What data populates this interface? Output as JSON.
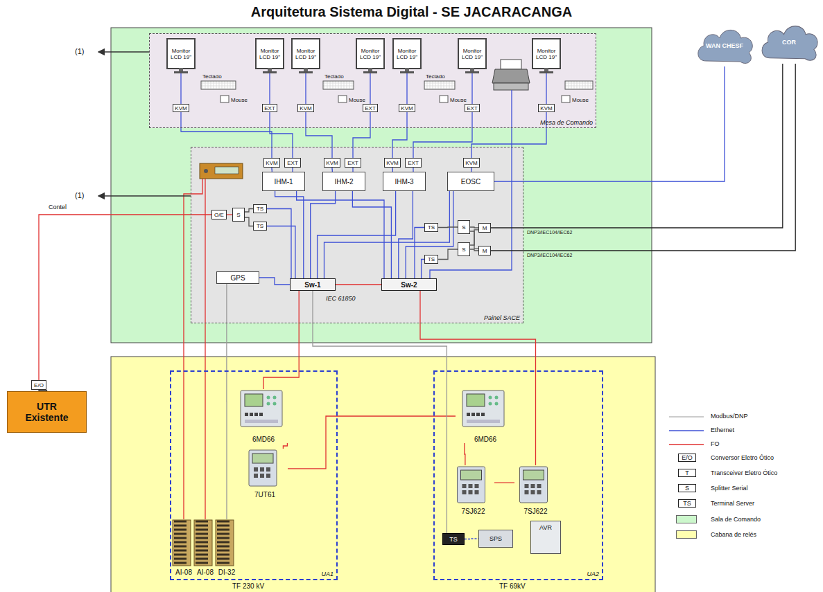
{
  "diagram": {
    "title": "Arquitetura Sistema Digital - SE JACARACANGA",
    "nodes": [
      {
        "text": [
          "Mesa de Comando"
        ]
      },
      {
        "text": [
          "Monitor LCD 19\""
        ],
        "in": 0
      },
      {
        "text": [
          "Monitor LCD 19\""
        ],
        "in": 0
      },
      {
        "text": [
          "Monitor LCD 19\""
        ],
        "in": 0
      },
      {
        "text": [
          "Monitor LCD 19\""
        ],
        "in": 0
      },
      {
        "text": [
          "Monitor LCD 19\""
        ],
        "in": 0
      },
      {
        "text": [
          "Monitor LCD 19\""
        ],
        "in": 0
      },
      {
        "text": [
          "Monitor LCD 19\""
        ],
        "in": 0
      },
      {
        "text": [
          "KVM"
        ],
        "in": 0
      },
      {
        "text": [
          "EXT"
        ],
        "in": 0
      },
      {
        "text": [
          "KVM"
        ],
        "in": 0
      },
      {
        "text": [
          "EXT"
        ],
        "in": 0
      },
      {
        "text": [
          "KVM"
        ],
        "in": 0
      },
      {
        "text": [
          "EXT"
        ],
        "in": 0
      },
      {
        "text": [
          "KVM"
        ],
        "in": 0
      },
      {
        "text": [
          "Painel SACE"
        ]
      },
      {
        "text": [
          "KVM"
        ],
        "in": 15
      },
      {
        "text": [
          "EXT"
        ],
        "in": 15
      },
      {
        "text": [
          "IHM-1"
        ],
        "in": 15
      },
      {
        "text": [
          "KVM"
        ],
        "in": 15
      },
      {
        "text": [
          "EXT"
        ],
        "in": 15
      },
      {
        "text": [
          "IHM-2"
        ],
        "in": 15
      },
      {
        "text": [
          "KVM"
        ],
        "in": 15
      },
      {
        "text": [
          "EXT"
        ],
        "in": 15
      },
      {
        "text": [
          "IHM-3"
        ],
        "in": 15
      },
      {
        "text": [
          "KVM"
        ],
        "in": 15
      },
      {
        "text": [
          "EOSC"
        ],
        "in": 15
      },
      {
        "text": [
          "O/E"
        ],
        "in": 15
      },
      {
        "text": [
          "S"
        ],
        "in": 15
      },
      {
        "text": [
          "TS"
        ],
        "in": 15
      },
      {
        "text": [
          "TS"
        ],
        "in": 15
      },
      {
        "text": [
          "TS"
        ],
        "in": 15
      },
      {
        "text": [
          "S"
        ],
        "in": 15
      },
      {
        "text": [
          "M"
        ],
        "in": 15
      },
      {
        "text": [
          "TS"
        ],
        "in": 15
      },
      {
        "text": [
          "S"
        ],
        "in": 15
      },
      {
        "text": [
          "M"
        ],
        "in": 15
      },
      {
        "text": [
          "GPS"
        ],
        "in": 15
      },
      {
        "text": [
          "Sw-1"
        ],
        "in": 15
      },
      {
        "text": [
          "Sw-2"
        ],
        "in": 15
      },
      {
        "text": [
          "WAN CHESF"
        ]
      },
      {
        "text": [
          "COR"
        ]
      },
      {
        "text": [
          "UTR Existente"
        ]
      },
      {
        "text": [
          "E/O"
        ]
      },
      {
        "text": [
          "UA1"
        ]
      },
      {
        "text": [
          "6MD66"
        ],
        "in": 44
      },
      {
        "text": [
          "7UT61"
        ],
        "in": 44
      },
      {
        "text": [
          "AI-08"
        ],
        "in": 44
      },
      {
        "text": [
          "AI-08"
        ],
        "in": 44
      },
      {
        "text": [
          "DI-32"
        ],
        "in": 44
      },
      {
        "text": [
          "UA2"
        ]
      },
      {
        "text": [
          "6MD66"
        ],
        "in": 50
      },
      {
        "text": [
          "7SJ622"
        ],
        "in": 50
      },
      {
        "text": [
          "7SJ622"
        ],
        "in": 50
      },
      {
        "text": [
          "TS"
        ],
        "in": 50
      },
      {
        "text": [
          "SPS"
        ],
        "in": 50
      },
      {
        "text": [
          "AVR"
        ],
        "in": 50
      }
    ],
    "edges": [
      {
        "from": 1,
        "to": 8,
        "arrow": "none"
      },
      {
        "from": 2,
        "to": 9,
        "arrow": "none"
      },
      {
        "from": 3,
        "to": 10,
        "arrow": "none"
      },
      {
        "from": 4,
        "to": 11,
        "arrow": "none"
      },
      {
        "from": 5,
        "to": 12,
        "arrow": "none"
      },
      {
        "from": 6,
        "to": 13,
        "arrow": "none"
      },
      {
        "from": 7,
        "to": 14,
        "arrow": "none"
      },
      {
        "from": 8,
        "to": 16,
        "arrow": "none"
      },
      {
        "from": 9,
        "to": 17,
        "arrow": "none"
      },
      {
        "from": 10,
        "to": 19,
        "arrow": "none"
      },
      {
        "from": 11,
        "to": 20,
        "arrow": "none"
      },
      {
        "from": 12,
        "to": 22,
        "arrow": "none"
      },
      {
        "from": 13,
        "to": 23,
        "arrow": "none"
      },
      {
        "from": 14,
        "to": 25,
        "arrow": "none"
      },
      {
        "from": 16,
        "to": 18,
        "arrow": "none"
      },
      {
        "from": 17,
        "to": 18,
        "arrow": "none"
      },
      {
        "from": 19,
        "to": 21,
        "arrow": "none"
      },
      {
        "from": 20,
        "to": 21,
        "arrow": "none"
      },
      {
        "from": 22,
        "to": 24,
        "arrow": "none"
      },
      {
        "from": 23,
        "to": 24,
        "arrow": "none"
      },
      {
        "from": 25,
        "to": 26,
        "arrow": "none"
      },
      {
        "from": 18,
        "to": 38,
        "arrow": "none"
      },
      {
        "from": 18,
        "to": 39,
        "arrow": "none"
      },
      {
        "from": 21,
        "to": 38,
        "arrow": "none"
      },
      {
        "from": 21,
        "to": 39,
        "arrow": "none"
      },
      {
        "from": 24,
        "to": 38,
        "arrow": "none"
      },
      {
        "from": 24,
        "to": 39,
        "arrow": "none"
      },
      {
        "from": 26,
        "to": 38,
        "arrow": "none"
      },
      {
        "from": 26,
        "to": 39,
        "arrow": "none"
      },
      {
        "from": 27,
        "to": 28,
        "arrow": "none"
      },
      {
        "from": 28,
        "to": 29,
        "arrow": "none"
      },
      {
        "from": 28,
        "to": 30,
        "arrow": "none"
      },
      {
        "from": 29,
        "to": 38,
        "arrow": "none"
      },
      {
        "from": 30,
        "to": 38,
        "arrow": "none"
      },
      {
        "from": 31,
        "to": 32,
        "arrow": "none"
      },
      {
        "from": 34,
        "to": 35,
        "arrow": "none"
      },
      {
        "from": 32,
        "to": 33,
        "arrow": "none"
      },
      {
        "from": 35,
        "to": 36,
        "arrow": "none"
      },
      {
        "from": 32,
        "to": 36,
        "arrow": "none"
      },
      {
        "from": 35,
        "to": 33,
        "arrow": "none"
      },
      {
        "from": 31,
        "to": 39,
        "arrow": "none"
      },
      {
        "from": 34,
        "to": 39,
        "arrow": "none"
      },
      {
        "from": 33,
        "to": 41,
        "arrow": "none"
      },
      {
        "from": 36,
        "to": 41,
        "arrow": "none"
      },
      {
        "from": 26,
        "to": 40,
        "arrow": "none"
      },
      {
        "from": 37,
        "to": 38,
        "arrow": "none"
      },
      {
        "from": 38,
        "to": 39,
        "arrow": "none"
      },
      {
        "from": 38,
        "to": 45,
        "arrow": "none"
      },
      {
        "from": 45,
        "to": 46,
        "arrow": "none"
      },
      {
        "from": 46,
        "to": 51,
        "arrow": "none"
      },
      {
        "from": 51,
        "to": 52,
        "arrow": "none"
      },
      {
        "from": 52,
        "to": 53,
        "arrow": "none"
      },
      {
        "from": 53,
        "to": 39,
        "arrow": "none"
      },
      {
        "from": 38,
        "to": 54,
        "arrow": "none"
      },
      {
        "from": 54,
        "to": 55,
        "arrow": "none"
      },
      {
        "from": 37,
        "to": 49,
        "arrow": "none"
      },
      {
        "from": 27,
        "to": 43,
        "label": "Contel",
        "arrow": "none"
      },
      {
        "from": 43,
        "to": 42,
        "arrow": "none"
      }
    ],
    "labels": [
      "(1)",
      "(1)",
      "Teclado",
      "Teclado",
      "Teclado",
      "Mouse",
      "Mouse",
      "Mouse",
      "Mouse",
      "IEC 61850",
      "DNP3/IEC104/IEC62",
      "DNP3/IEC104/IEC62",
      "TF 230 kV",
      "TF 69kV",
      "E/O",
      "T",
      "S",
      "TS"
    ],
    "legend": [
      {
        "text": "Modbus/DNP"
      },
      {
        "text": "Ethernet"
      },
      {
        "text": "FO"
      },
      {
        "text": "Conversor Eletro Ótico"
      },
      {
        "text": "Transceiver Eletro Ótico"
      },
      {
        "text": "Splitter Serial"
      },
      {
        "text": "Terminal Server"
      },
      {
        "text": "Sala de Comando",
        "color": "#ccf7cc"
      },
      {
        "text": "Cabana de relés",
        "color": "#ffffb0"
      }
    ]
  }
}
